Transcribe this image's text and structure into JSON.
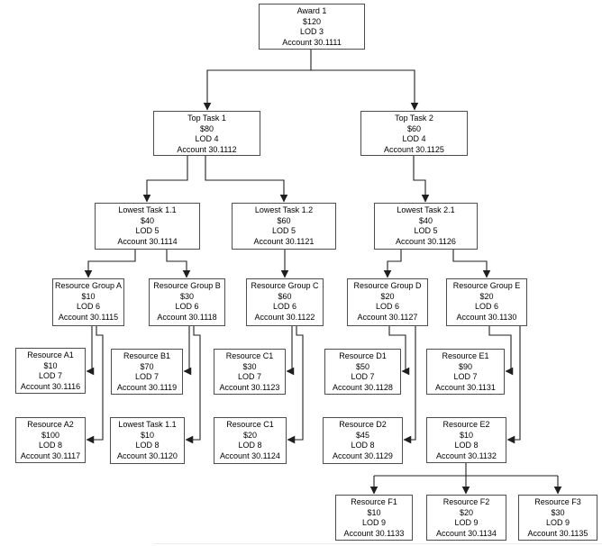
{
  "colors": {
    "box_border": "#4d4d4d",
    "connector": "#1f1f1f",
    "background": "#ffffff",
    "text": "#000000"
  },
  "nodes": {
    "award1": {
      "title": "Award 1",
      "amount": "$120",
      "lod": "LOD 3",
      "account": "Account 30.1111"
    },
    "topTask1": {
      "title": "Top Task 1",
      "amount": "$80",
      "lod": "LOD 4",
      "account": "Account 30.1112"
    },
    "topTask2": {
      "title": "Top Task 2",
      "amount": "$60",
      "lod": "LOD 4",
      "account": "Account 30.1125"
    },
    "lowestTask11": {
      "title": "Lowest Task 1.1",
      "amount": "$40",
      "lod": "LOD 5",
      "account": "Account 30.1114"
    },
    "lowestTask12": {
      "title": "Lowest Task 1.2",
      "amount": "$60",
      "lod": "LOD 5",
      "account": "Account 30.1121"
    },
    "lowestTask21": {
      "title": "Lowest Task 2.1",
      "amount": "$40",
      "lod": "LOD 5",
      "account": "Account 30.1126"
    },
    "groupA": {
      "title": "Resource Group A",
      "amount": "$10",
      "lod": "LOD 6",
      "account": "Account 30.1115"
    },
    "groupB": {
      "title": "Resource Group B",
      "amount": "$30",
      "lod": "LOD 6",
      "account": "Account 30.1118"
    },
    "groupC": {
      "title": "Resource Group C",
      "amount": "$60",
      "lod": "LOD 6",
      "account": "Account 30.1122"
    },
    "groupD": {
      "title": "Resource Group D",
      "amount": "$20",
      "lod": "LOD 6",
      "account": "Account 30.1127"
    },
    "groupE": {
      "title": "Resource Group E",
      "amount": "$20",
      "lod": "LOD 6",
      "account": "Account 30.1130"
    },
    "resA1": {
      "title": "Resource A1",
      "amount": "$10",
      "lod": "LOD 7",
      "account": "Account 30.1116"
    },
    "resB1": {
      "title": "Resource B1",
      "amount": "$70",
      "lod": "LOD 7",
      "account": "Account 30.1119"
    },
    "resC1a": {
      "title": "Resource C1",
      "amount": "$30",
      "lod": "LOD 7",
      "account": "Account 30.1123"
    },
    "resD1": {
      "title": "Resource D1",
      "amount": "$50",
      "lod": "LOD 7",
      "account": "Account 30.1128"
    },
    "resE1": {
      "title": "Resource E1",
      "amount": "$90",
      "lod": "LOD 7",
      "account": "Account 30.1131"
    },
    "resA2": {
      "title": "Resource A2",
      "amount": "$100",
      "lod": "LOD 8",
      "account": "Account 30.1117"
    },
    "lowestTask11b": {
      "title": "Lowest Task 1.1",
      "amount": "$10",
      "lod": "LOD 8",
      "account": "Account 30.1120"
    },
    "resC1b": {
      "title": "Resource C1",
      "amount": "$20",
      "lod": "LOD 8",
      "account": "Account 30.1124"
    },
    "resD2": {
      "title": "Resource D2",
      "amount": "$45",
      "lod": "LOD 8",
      "account": "Account 30.1129"
    },
    "resE2": {
      "title": "Resource E2",
      "amount": "$10",
      "lod": "LOD 8",
      "account": "Account 30.1132"
    },
    "resF1": {
      "title": "Resource F1",
      "amount": "$10",
      "lod": "LOD 9",
      "account": "Account 30.1133"
    },
    "resF2": {
      "title": "Resource F2",
      "amount": "$20",
      "lod": "LOD 9",
      "account": "Account 30.1134"
    },
    "resF3": {
      "title": "Resource F3",
      "amount": "$30",
      "lod": "LOD 9",
      "account": "Account 30.1135"
    }
  },
  "edges": [
    {
      "from": "award1",
      "to": "topTask1"
    },
    {
      "from": "award1",
      "to": "topTask2"
    },
    {
      "from": "topTask1",
      "to": "lowestTask11"
    },
    {
      "from": "topTask1",
      "to": "lowestTask12"
    },
    {
      "from": "topTask2",
      "to": "lowestTask21"
    },
    {
      "from": "lowestTask11",
      "to": "groupA"
    },
    {
      "from": "lowestTask11",
      "to": "groupB"
    },
    {
      "from": "lowestTask12",
      "to": "groupC"
    },
    {
      "from": "lowestTask21",
      "to": "groupD"
    },
    {
      "from": "lowestTask21",
      "to": "groupE"
    },
    {
      "from": "groupA",
      "to": "resA1"
    },
    {
      "from": "groupA",
      "to": "resA2"
    },
    {
      "from": "groupB",
      "to": "resB1"
    },
    {
      "from": "groupB",
      "to": "lowestTask11b"
    },
    {
      "from": "groupC",
      "to": "resC1a"
    },
    {
      "from": "groupC",
      "to": "resC1b"
    },
    {
      "from": "groupD",
      "to": "resD1"
    },
    {
      "from": "groupD",
      "to": "resD2"
    },
    {
      "from": "groupE",
      "to": "resE1"
    },
    {
      "from": "groupE",
      "to": "resE2"
    },
    {
      "from": "resE2",
      "to": "resF1"
    },
    {
      "from": "resE2",
      "to": "resF2"
    },
    {
      "from": "resE2",
      "to": "resF3"
    }
  ]
}
